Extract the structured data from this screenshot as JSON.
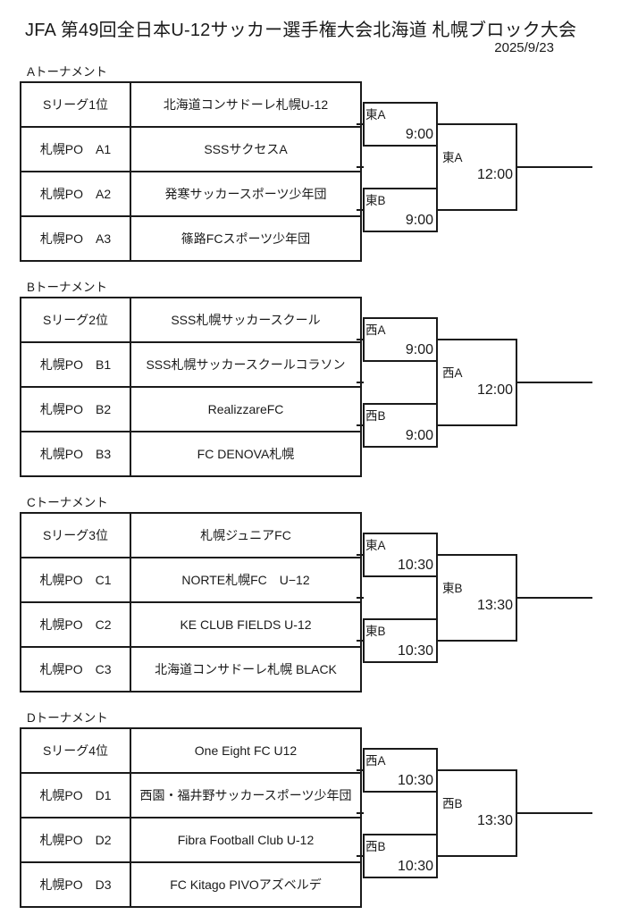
{
  "header": {
    "title": "JFA 第49回全日本U-12サッカー選手権大会北海道 札幌ブロック大会",
    "date": "2025/9/23"
  },
  "colors": {
    "text": "#1a1a1a",
    "line": "#1a1a1a",
    "background": "#ffffff"
  },
  "sections": [
    {
      "label": "Aトーナメント",
      "rows": [
        {
          "slot": "Sリーグ1位",
          "team": "北海道コンサドーレ札幌U-12"
        },
        {
          "slot": "札幌PO　A1",
          "team": "SSSサクセスA"
        },
        {
          "slot": "札幌PO　A2",
          "team": "発寒サッカースポーツ少年団"
        },
        {
          "slot": "札幌PO　A3",
          "team": "篠路FCスポーツ少年団"
        }
      ],
      "semifinal_top": {
        "venue": "東A",
        "time": "9:00"
      },
      "semifinal_bottom": {
        "venue": "東B",
        "time": "9:00"
      },
      "final": {
        "venue": "東A",
        "time": "12:00"
      }
    },
    {
      "label": "Bトーナメント",
      "rows": [
        {
          "slot": "Sリーグ2位",
          "team": "SSS札幌サッカースクール"
        },
        {
          "slot": "札幌PO　B1",
          "team": "SSS札幌サッカースクールコラソン"
        },
        {
          "slot": "札幌PO　B2",
          "team": "RealizzareFC"
        },
        {
          "slot": "札幌PO　B3",
          "team": "FC DENOVA札幌"
        }
      ],
      "semifinal_top": {
        "venue": "西A",
        "time": "9:00"
      },
      "semifinal_bottom": {
        "venue": "西B",
        "time": "9:00"
      },
      "final": {
        "venue": "西A",
        "time": "12:00"
      }
    },
    {
      "label": "Cトーナメント",
      "rows": [
        {
          "slot": "Sリーグ3位",
          "team": "札幌ジュニアFC"
        },
        {
          "slot": "札幌PO　C1",
          "team": "NORTE札幌FC　U−12"
        },
        {
          "slot": "札幌PO　C2",
          "team": "KE CLUB FIELDS U-12"
        },
        {
          "slot": "札幌PO　C3",
          "team": "北海道コンサドーレ札幌 BLACK"
        }
      ],
      "semifinal_top": {
        "venue": "東A",
        "time": "10:30"
      },
      "semifinal_bottom": {
        "venue": "東B",
        "time": "10:30"
      },
      "final": {
        "venue": "東B",
        "time": "13:30"
      }
    },
    {
      "label": "Dトーナメント",
      "rows": [
        {
          "slot": "Sリーグ4位",
          "team": "One Eight FC U12"
        },
        {
          "slot": "札幌PO　D1",
          "team": "西園・福井野サッカースポーツ少年団"
        },
        {
          "slot": "札幌PO　D2",
          "team": "Fibra Football Club U-12"
        },
        {
          "slot": "札幌PO　D3",
          "team": "FC Kitago PIVOアズベルデ"
        }
      ],
      "semifinal_top": {
        "venue": "西A",
        "time": "10:30"
      },
      "semifinal_bottom": {
        "venue": "西B",
        "time": "10:30"
      },
      "final": {
        "venue": "西B",
        "time": "13:30"
      }
    }
  ]
}
